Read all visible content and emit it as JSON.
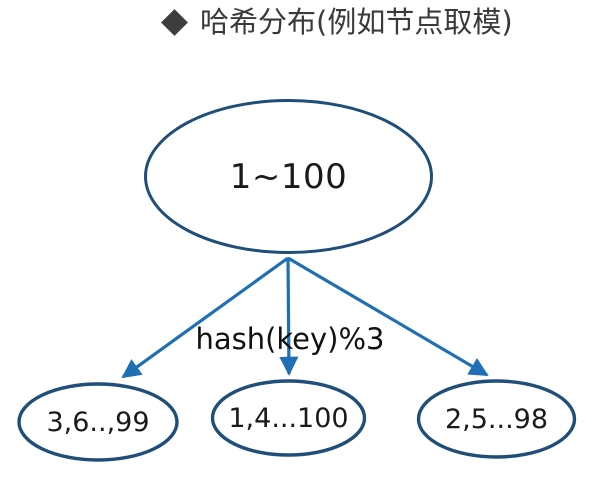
{
  "header": {
    "bullet_icon": "diamond-bullet-icon",
    "title": "哈希分布(例如节点取模)",
    "title_color": "#3a3a3a",
    "bullet_color": "#3d3d3d"
  },
  "diagram": {
    "type": "hash-distribution-tree",
    "node_border_color": "#1f4e79",
    "arrow_color": "#1f6fb5",
    "background_color": "#ffffff",
    "root": {
      "label": "1~100"
    },
    "edge_label": "hash(key)%3",
    "leaves": [
      {
        "label": "3,6..,99"
      },
      {
        "label": "1,4...100"
      },
      {
        "label": "2,5...98"
      }
    ]
  }
}
